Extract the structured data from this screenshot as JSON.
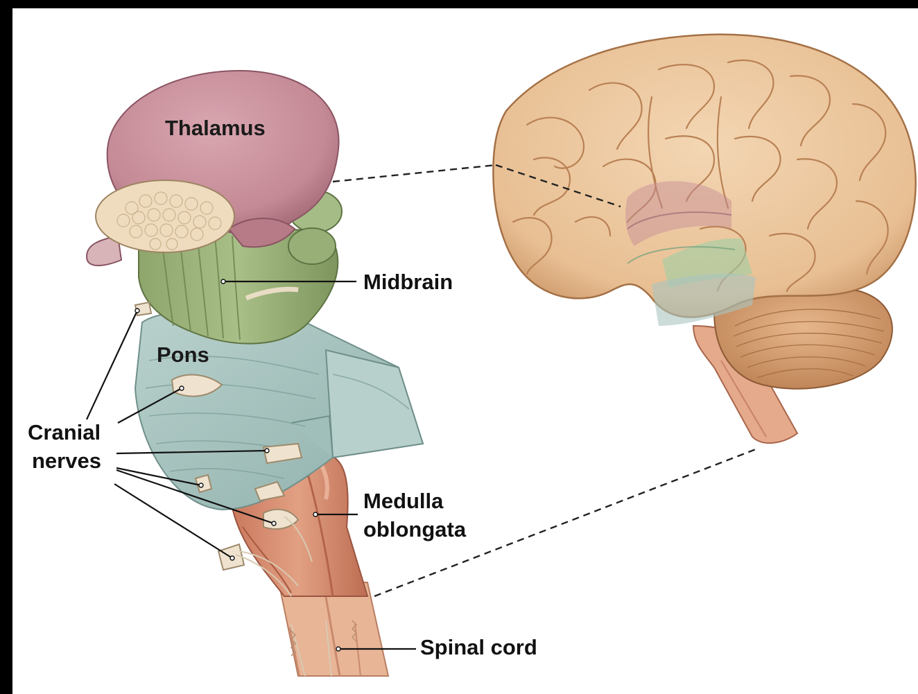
{
  "labels": {
    "thalamus": "Thalamus",
    "midbrain": "Midbrain",
    "pons": "Pons",
    "cranial_line1": "Cranial",
    "cranial_line2": "nerves",
    "medulla_line1": "Medulla",
    "medulla_line2": "oblongata",
    "spinal_cord": "Spinal cord"
  },
  "colors": {
    "background": "#000000",
    "panel": "#ffffff",
    "thalamus": "#c48a96",
    "midbrain": "#9fb57f",
    "pons": "#a9c4c0",
    "medulla": "#d99a80",
    "spinal_cord": "#e8b596",
    "cerebrum": "#eec9a0",
    "cerebellum": "#d9a77c",
    "nerve": "#efe3cf",
    "text": "#111111"
  }
}
